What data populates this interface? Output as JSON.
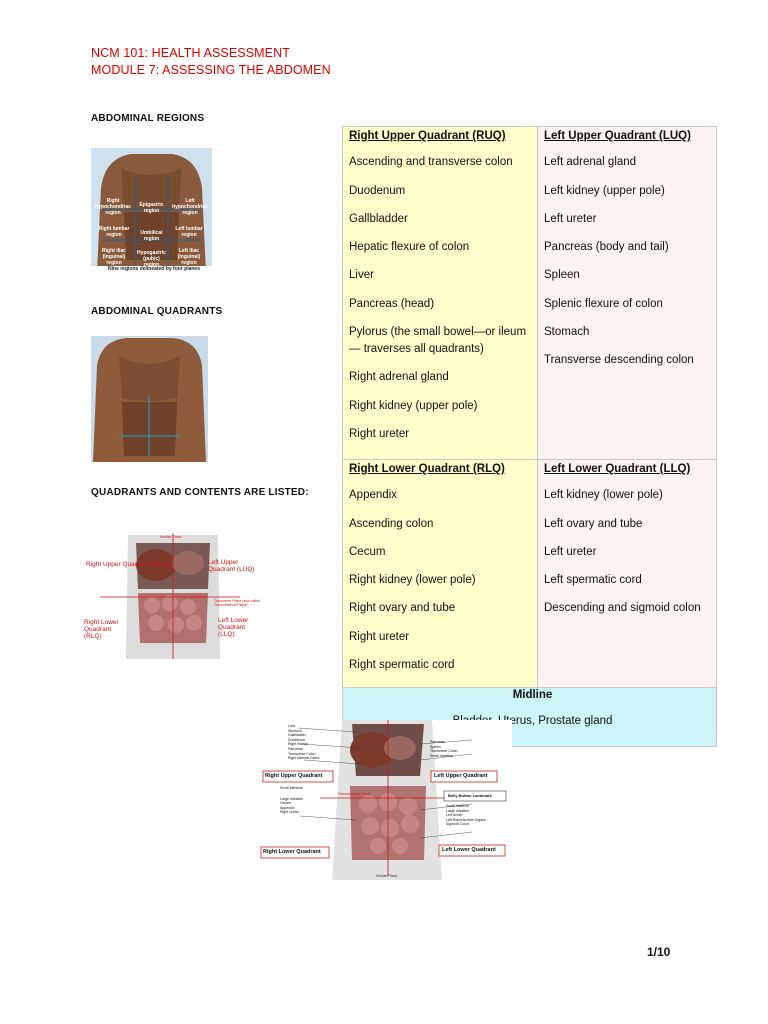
{
  "header": {
    "course": "NCM 101: HEALTH ASSESSMENT",
    "module": "MODULE 7: ASSESSING THE ABDOMEN"
  },
  "sections": {
    "regions": "ABDOMINAL REGIONS",
    "quadrants": "ABDOMINAL QUADRANTS",
    "contents": "QUADRANTS AND CONTENTS ARE LISTED:"
  },
  "regions_figure": {
    "labels": [
      "Right hypochondriac region",
      "Epigastric region",
      "Left hypochondriac region",
      "Right lumbar region",
      "Umbilical region",
      "Left lumbar region",
      "Right iliac (inguinal) region",
      "Hypogastric (pubic) region",
      "Left iliac (inguinal) region"
    ],
    "caption": "Nine regions delineated by four planes"
  },
  "quadrant_figure": {
    "ruq": "Right Upper Quadrant (RUQ)",
    "luq": "Left Upper Quadrant (LUQ)",
    "rlq": "Right Lower Quadrant (RLQ)",
    "llq": "Left Lower Quadrant (LLQ)",
    "median": "Median Plane",
    "transverse": "Transverse Plane (also called Transumbilical Plane)"
  },
  "table": {
    "ruq": {
      "title": "Right Upper Quadrant (RUQ)",
      "items": [
        "Ascending and transverse colon",
        "Duodenum",
        "Gallbladder",
        "Hepatic flexure of colon",
        "Liver",
        "Pancreas (head)",
        "Pylorus (the small bowel—or ileum — traverses all quadrants)",
        "Right adrenal gland",
        "Right kidney (upper pole)",
        "Right ureter"
      ]
    },
    "luq": {
      "title": "Left Upper Quadrant (LUQ)",
      "items": [
        "Left adrenal gland",
        "Left kidney (upper pole)",
        "Left ureter",
        "Pancreas (body and tail)",
        "Spleen",
        "Splenic flexure of colon",
        "Stomach",
        "Transverse descending colon"
      ]
    },
    "rlq": {
      "title": "Right Lower Quadrant (RLQ)",
      "items": [
        "Appendix",
        "Ascending colon",
        "Cecum",
        "Right kidney (lower pole)",
        "Right ovary and tube",
        "Right ureter",
        "Right spermatic cord"
      ]
    },
    "llq": {
      "title": "Left Lower Quadrant (LLQ)",
      "items": [
        "Left kidney (lower pole)",
        "Left ovary and tube",
        "Left ureter",
        "Left spermatic cord",
        "Descending and sigmoid colon"
      ]
    },
    "midline": {
      "title": "Midline",
      "text": "Bladder, Uterus, Prostate gland"
    }
  },
  "organ_figure": {
    "boxes": [
      "Right Upper Quadrant",
      "Left Upper Quadrant",
      "Right Lower Quadrant",
      "Left Lower Quadrant",
      "Belly Button Landmark"
    ],
    "left_labels": [
      "Liver",
      "Stomach",
      "Gallbladder",
      "Duodenum",
      "Right Kidney",
      "Pancreas",
      "Transverse Colon",
      "Right Adrenal Gland",
      "Small intestine",
      "Large Intestine",
      "Cecum",
      "Appendix",
      "Right Ureter"
    ],
    "right_labels": [
      "Pancreas",
      "Spleen",
      "Transverse Colon",
      "Small Intestine",
      "Small Intestine",
      "Large Intestine",
      "Left Ureter",
      "Left Reproductive Organs",
      "Sigmoid Colon"
    ],
    "planes": [
      "Transumbilical Plane",
      "Median Plane"
    ]
  },
  "page_number": "1/10"
}
